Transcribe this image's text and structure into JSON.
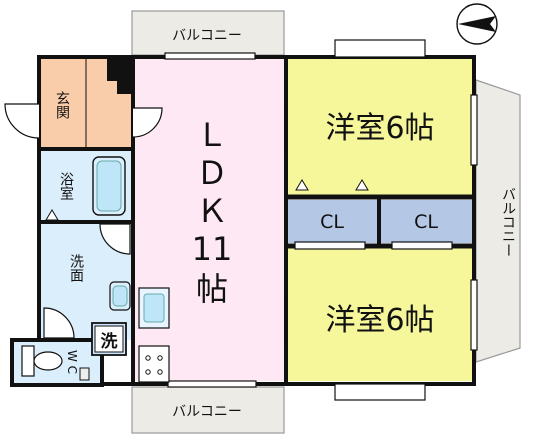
{
  "rooms": {
    "balcony_top": "バルコニー",
    "balcony_bottom": "バルコニー",
    "balcony_right": "バルコニー",
    "entrance": "玄関",
    "bathroom": "浴室",
    "washroom": "洗面",
    "toilet": "W C",
    "ldk": "ＬＤＫ１１帖",
    "ldk_lines": [
      "Ｌ",
      "Ｄ",
      "Ｋ",
      "11",
      "帖"
    ],
    "western_room_1": "洋室6帖",
    "western_room_2": "洋室6帖",
    "closet_1": "CL",
    "closet_2": "CL",
    "washer": "洗"
  },
  "colors": {
    "ldk": "#fde8f3",
    "western": "#f6f79b",
    "closet": "#b4c8e6",
    "entrance": "#f9ccaa",
    "wet_area": "#dbeefb",
    "balcony": "#ecebe6",
    "wall": "#111111"
  },
  "icons": {
    "compass": "north-arrow-icon",
    "washer": "washing-machine-icon",
    "toilet": "toilet-icon",
    "tub": "bathtub-icon",
    "sink": "sink-icon",
    "stove": "stove-icon"
  }
}
